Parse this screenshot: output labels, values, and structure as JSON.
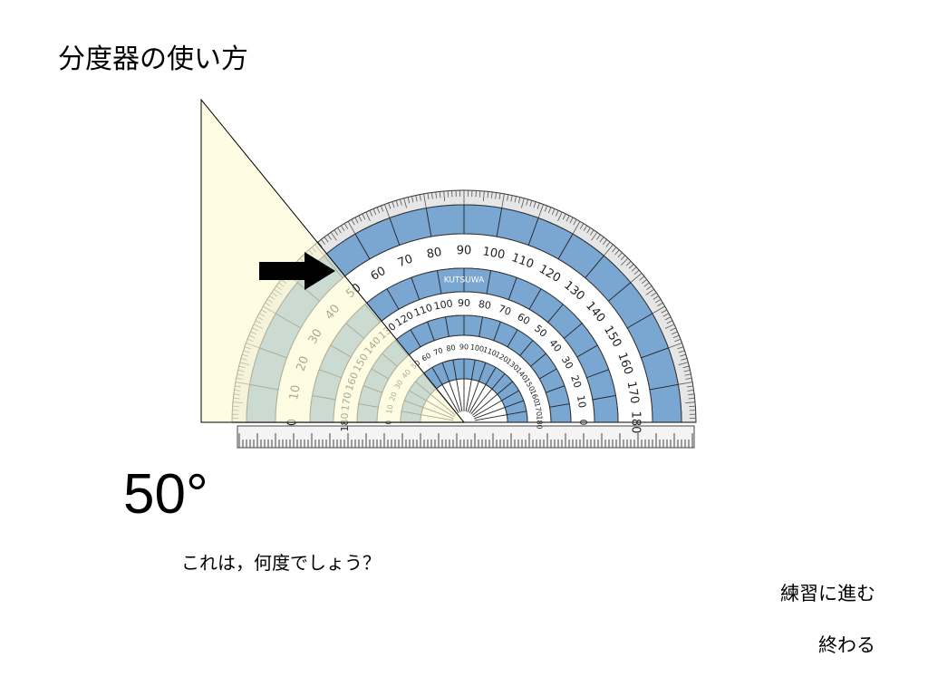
{
  "slide": {
    "title": "分度器の使い方",
    "angle_value": "50°",
    "question": "これは，何度でしょう？"
  },
  "protractor": {
    "brand": "KUTSUWA",
    "outer_scale_labels": [
      "0",
      "10",
      "20",
      "30",
      "40",
      "50",
      "60",
      "70",
      "80",
      "90",
      "100",
      "110",
      "120",
      "130",
      "140",
      "150",
      "160",
      "170",
      "180"
    ],
    "middle_scale_labels": [
      "180",
      "170",
      "160",
      "150",
      "140",
      "130",
      "120",
      "110",
      "100",
      "90",
      "80",
      "70",
      "60",
      "50",
      "40",
      "30",
      "20",
      "10",
      "0"
    ],
    "pointed_angle_deg": 50
  },
  "navigation": {
    "practice_label": "練習に進む",
    "end_label": "終わる"
  },
  "colors": {
    "triangle_fill": "#fdfbd2",
    "band_blue": "#7aa7d2",
    "band_white": "#ffffff",
    "tick_gray": "#555555",
    "arrow": "#000000"
  }
}
